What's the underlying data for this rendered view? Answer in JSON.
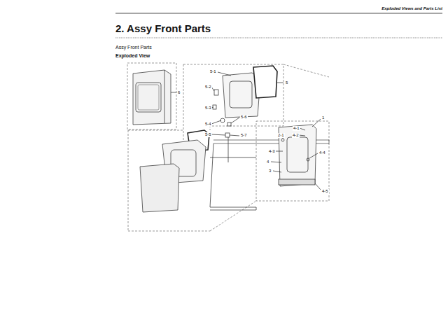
{
  "diagram": {
    "title": "2. Assy Front Parts",
    "labels": [
      "Exploded Views and Parts List",
      "Assy Front Parts",
      "Exploded View",
      "6",
      "5-1",
      "5",
      "5-2",
      "5-3",
      "5-4",
      "5-5",
      "5-6",
      "5-7",
      "1",
      "4-1",
      "4-2",
      "2-1",
      "4-3",
      "4-4",
      "4",
      "3",
      "4-5"
    ]
  }
}
